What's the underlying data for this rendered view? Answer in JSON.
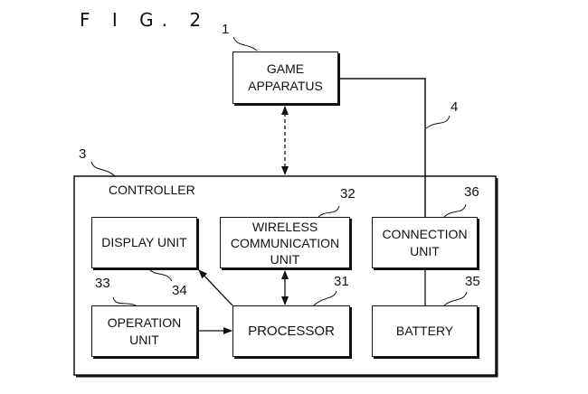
{
  "figure": {
    "title": "F I G. 2"
  },
  "blocks": {
    "game_apparatus": {
      "label_line1": "GAME",
      "label_line2": "APPARATUS",
      "ref": "1"
    },
    "controller": {
      "label": "CONTROLLER",
      "ref": "3"
    },
    "processor": {
      "label": "PROCESSOR",
      "ref": "31"
    },
    "wireless": {
      "label_line1": "WIRELESS",
      "label_line2": "COMMUNICATION",
      "label_line3": "UNIT",
      "ref": "32"
    },
    "operation": {
      "label_line1": "OPERATION",
      "label_line2": "UNIT",
      "ref": "33"
    },
    "display": {
      "label": "DISPLAY UNIT",
      "ref": "34"
    },
    "battery": {
      "label": "BATTERY",
      "ref": "35"
    },
    "connection": {
      "label_line1": "CONNECTION",
      "label_line2": "UNIT",
      "ref": "36"
    }
  },
  "connections": {
    "cable_ref": "4",
    "links": [
      {
        "from": "game_apparatus",
        "to": "controller",
        "type": "dashed-bidirectional"
      },
      {
        "from": "game_apparatus",
        "to": "connection",
        "type": "wired-cable",
        "ref": "4"
      },
      {
        "from": "wireless",
        "to": "processor",
        "type": "bidirectional"
      },
      {
        "from": "processor",
        "to": "display",
        "type": "arrow"
      },
      {
        "from": "operation",
        "to": "processor",
        "type": "arrow"
      },
      {
        "from": "connection",
        "to": "battery",
        "type": "line"
      }
    ]
  }
}
